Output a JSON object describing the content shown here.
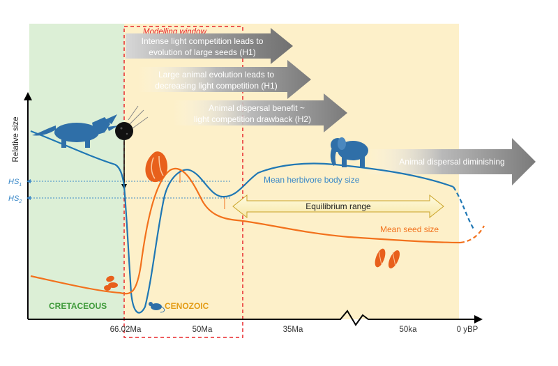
{
  "modelling_window": {
    "label": "Modelling window"
  },
  "arrows": {
    "h1_seeds": [
      "Intense light competition leads to",
      "evolution of large seeds (H1)"
    ],
    "h1_animals": [
      "Large animal evolution leads to",
      "decreasing light competition (H1)"
    ],
    "h2_dispersal": [
      "Animal dispersal benefit ~",
      "light competition drawback (H2)"
    ],
    "diminishing": "Animal dispersal diminishing"
  },
  "axis": {
    "ylabel": "Relative size",
    "hs1": "HS",
    "hs1_sub": "1",
    "hs2": "HS",
    "hs2_sub": "2",
    "ticks": [
      "66.02Ma",
      "50Ma",
      "35Ma",
      "50ka",
      "0 yBP"
    ]
  },
  "periods": {
    "cretaceous": "CRETACEOUS",
    "cenozoic": "CENOZOIC"
  },
  "curves": {
    "herbivore": "Mean herbivore body size",
    "seed": "Mean seed size"
  },
  "equilibrium": "Equilibrium range",
  "colors": {
    "cretaceous_bg": "#dcefd6",
    "cenozoic_bg": "#fdf0c9",
    "herbivore": "#1f77b4",
    "seed": "#f2711c",
    "window": "#e8262a",
    "cenozoic_text": "#e39b14",
    "cretaceous_text": "#3f9a3a"
  },
  "icons": [
    "triceratops-icon",
    "asteroid-icon",
    "elephant-icon",
    "mouse-icon",
    "large-seed-icon",
    "small-seed-icon",
    "cluster-seed-icon"
  ]
}
